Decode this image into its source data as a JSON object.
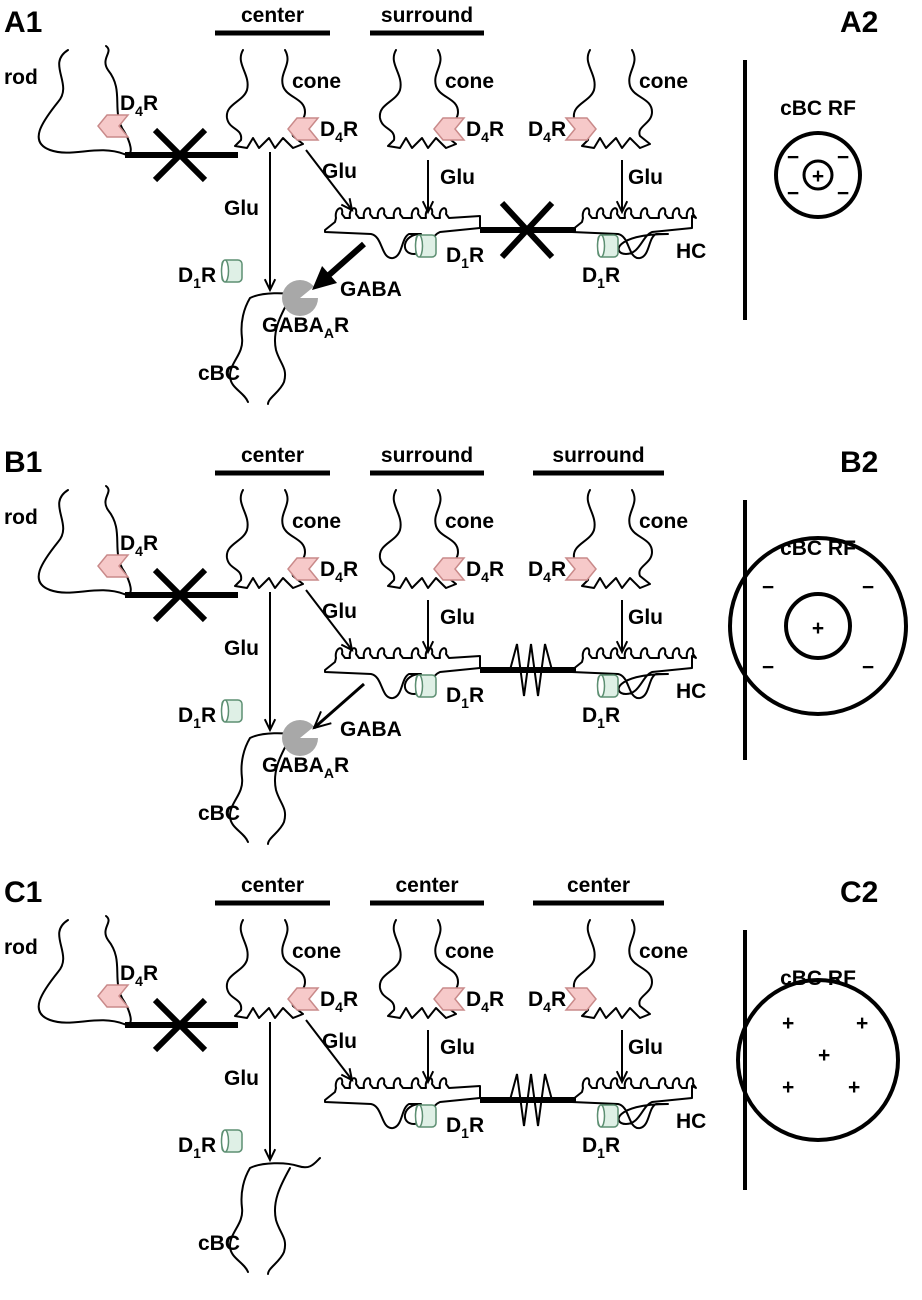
{
  "panels": [
    {
      "id": "A",
      "left_label": "A1",
      "right_label": "A2",
      "headers": [
        "center",
        "surround",
        ""
      ],
      "labels": {
        "rod": "rod",
        "cone": "cone",
        "d4r": "D",
        "d4r_sub": "4",
        "d4r_tail": "R",
        "d1r": "D",
        "d1r_sub": "1",
        "d1r_tail": "R",
        "glu": "Glu",
        "gaba": "GABA",
        "gabaar": "GABA",
        "gabaar_sub": "A",
        "gabaar_tail": "R",
        "cbc": "cBC",
        "hc": "HC"
      },
      "rf_title": "cBC RF",
      "rf_center_sign": "+",
      "rf_surround_sign": "−",
      "coupling": "blocked",
      "gaba_strength": "strong"
    },
    {
      "id": "B",
      "left_label": "B1",
      "right_label": "B2",
      "headers": [
        "center",
        "surround",
        "surround"
      ],
      "labels": {
        "rod": "rod",
        "cone": "cone",
        "d4r": "D",
        "d4r_sub": "4",
        "d4r_tail": "R",
        "d1r": "D",
        "d1r_sub": "1",
        "d1r_tail": "R",
        "glu": "Glu",
        "gaba": "GABA",
        "gabaar": "GABA",
        "gabaar_sub": "A",
        "gabaar_tail": "R",
        "cbc": "cBC",
        "hc": "HC"
      },
      "rf_title": "cBC RF",
      "rf_center_sign": "+",
      "rf_surround_sign": "−",
      "coupling": "open",
      "gaba_strength": "normal"
    },
    {
      "id": "C",
      "left_label": "C1",
      "right_label": "C2",
      "headers": [
        "center",
        "center",
        "center"
      ],
      "labels": {
        "rod": "rod",
        "cone": "cone",
        "d4r": "D",
        "d4r_sub": "4",
        "d4r_tail": "R",
        "d1r": "D",
        "d1r_sub": "1",
        "d1r_tail": "R",
        "glu": "Glu",
        "gaba": "",
        "gabaar": "",
        "gabaar_sub": "",
        "gabaar_tail": "",
        "cbc": "cBC",
        "hc": "HC"
      },
      "rf_title": "cBC RF",
      "rf_center_sign": "+",
      "rf_surround_sign": "",
      "coupling": "open",
      "gaba_strength": "none"
    }
  ],
  "colors": {
    "d4r_fill": "#f6c9c9",
    "d4r_stroke": "#c98a8a",
    "d1r_fill": "#dff0e6",
    "d1r_stroke": "#5d8f72",
    "gabaar_fill": "#a8a8a8"
  }
}
